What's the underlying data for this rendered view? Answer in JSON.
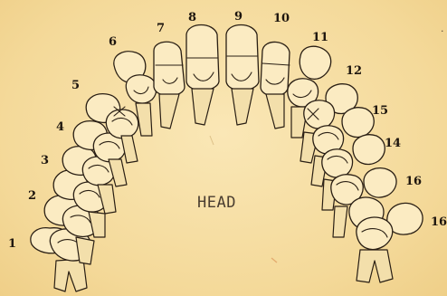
{
  "center_label": "HEAD",
  "stray_mark": ".",
  "positions": [
    "1",
    "2",
    "3",
    "4",
    "5",
    "6",
    "7",
    "8",
    "9",
    "10",
    "11",
    "12",
    "15",
    "14",
    "16",
    "16"
  ]
}
